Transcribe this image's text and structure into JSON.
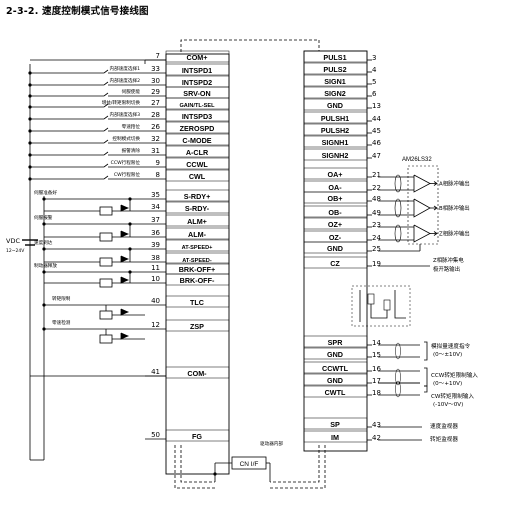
{
  "title": "2-3-2. 速度控制模式信号接线图",
  "left_terminals": [
    {
      "num": "7",
      "label": "COM+"
    },
    {
      "num": "33",
      "label": "INTSPD1",
      "desc": "内部速度选择1"
    },
    {
      "num": "30",
      "label": "INTSPD2",
      "desc": "内部速度选择2"
    },
    {
      "num": "29",
      "label": "SRV-ON",
      "desc": "伺服使能"
    },
    {
      "num": "27",
      "label": "GAIN/TL-SEL",
      "desc": "增益/转矩限制切换"
    },
    {
      "num": "28",
      "label": "INTSPD3",
      "desc": "内部速度选择3"
    },
    {
      "num": "26",
      "label": "ZEROSPD",
      "desc": "零速箝位"
    },
    {
      "num": "32",
      "label": "C-MODE",
      "desc": "控制模式切换"
    },
    {
      "num": "31",
      "label": "A-CLR",
      "desc": "报警清除"
    },
    {
      "num": "9",
      "label": "CCWL",
      "desc": "CCW行程限位"
    },
    {
      "num": "8",
      "label": "CWL",
      "desc": "CW行程限位"
    },
    {
      "num": "35",
      "label": "S-RDY+",
      "desc": "伺服准备好"
    },
    {
      "num": "34",
      "label": "S-RDY-"
    },
    {
      "num": "37",
      "label": "ALM+",
      "desc": "伺服报警"
    },
    {
      "num": "36",
      "label": "ALM-"
    },
    {
      "num": "39",
      "label": "AT-SPEED+",
      "desc": "速度到达"
    },
    {
      "num": "38",
      "label": "AT-SPEED-"
    },
    {
      "num": "11",
      "label": "BRK-OFF+",
      "desc": "制动器释放"
    },
    {
      "num": "10",
      "label": "BRK-OFF-"
    },
    {
      "num": "40",
      "label": "TLC",
      "desc": "转矩限制"
    },
    {
      "num": "12",
      "label": "ZSP",
      "desc": "零速检测"
    },
    {
      "num": "41",
      "label": "COM-"
    },
    {
      "num": "50",
      "label": "FG"
    }
  ],
  "right_terminals": [
    {
      "num": "3",
      "label": "PULS1"
    },
    {
      "num": "4",
      "label": "PULS2"
    },
    {
      "num": "5",
      "label": "SIGN1"
    },
    {
      "num": "6",
      "label": "SIGN2"
    },
    {
      "num": "13",
      "label": "GND"
    },
    {
      "num": "44",
      "label": "PULSH1"
    },
    {
      "num": "45",
      "label": "PULSH2"
    },
    {
      "num": "46",
      "label": "SIGNH1"
    },
    {
      "num": "47",
      "label": "SIGNH2"
    },
    {
      "num": "21",
      "label": "OA+"
    },
    {
      "num": "22",
      "label": "OA-"
    },
    {
      "num": "48",
      "label": "OB+"
    },
    {
      "num": "49",
      "label": "OB-"
    },
    {
      "num": "23",
      "label": "OZ+"
    },
    {
      "num": "24",
      "label": "OZ-"
    },
    {
      "num": "25",
      "label": "GND"
    },
    {
      "num": "19",
      "label": "CZ"
    },
    {
      "num": "14",
      "label": "SPR"
    },
    {
      "num": "15",
      "label": "GND"
    },
    {
      "num": "16",
      "label": "CCWTL"
    },
    {
      "num": "17",
      "label": "GND"
    },
    {
      "num": "18",
      "label": "CWTL"
    },
    {
      "num": "43",
      "label": "SP"
    },
    {
      "num": "42",
      "label": "IM"
    }
  ],
  "vdc": {
    "label": "VDC",
    "range": "12~24V"
  },
  "line_driver": "AM26LS32",
  "encoder_outputs": [
    "A相脉冲输出",
    "B相脉冲输出",
    "Z相脉冲输出"
  ],
  "z_open_collector": [
    "Z相脉冲集电",
    "极开路输出"
  ],
  "analog_inputs": [
    {
      "line1": "模拟量速度指令",
      "line2": "(0～±10V)"
    },
    {
      "line1": "CCW转矩限制输入",
      "line2": "(0～+10V)"
    },
    {
      "line1": "CW转矩限制输入",
      "line2": "(-10V～0V)"
    }
  ],
  "monitors": [
    "速度监视器",
    "转矩监视器"
  ],
  "drive_case": "驱动器内部",
  "connector": "CN I/F"
}
